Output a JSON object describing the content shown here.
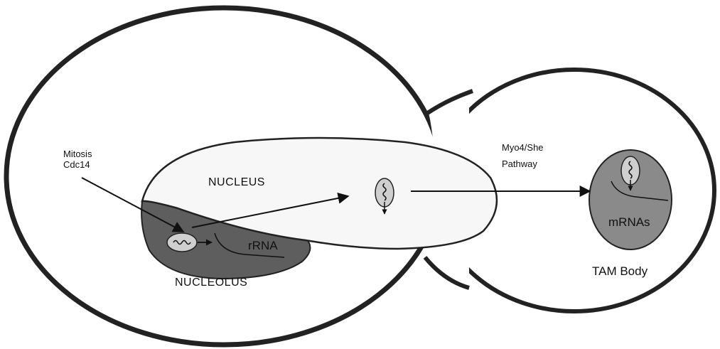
{
  "labels": {
    "mitosis": "Mitosis",
    "cdc14": "Cdc14",
    "nucleus": "NUCLEUS",
    "rrna": "rRNA",
    "nucleolus": "NUCLEOLUS",
    "pathway_line1": "Myo4/She",
    "pathway_line2": "Pathway",
    "mrnas": "mRNAs",
    "tam_body": "TAM Body"
  },
  "colors": {
    "nucleolus_fill": "#5e5e5e",
    "nucleus_fill": "#f7f7f7",
    "tam_fill": "#8a8a8a",
    "mrna_capsule_fill": "#cfcfcf",
    "outline": "#222222"
  }
}
